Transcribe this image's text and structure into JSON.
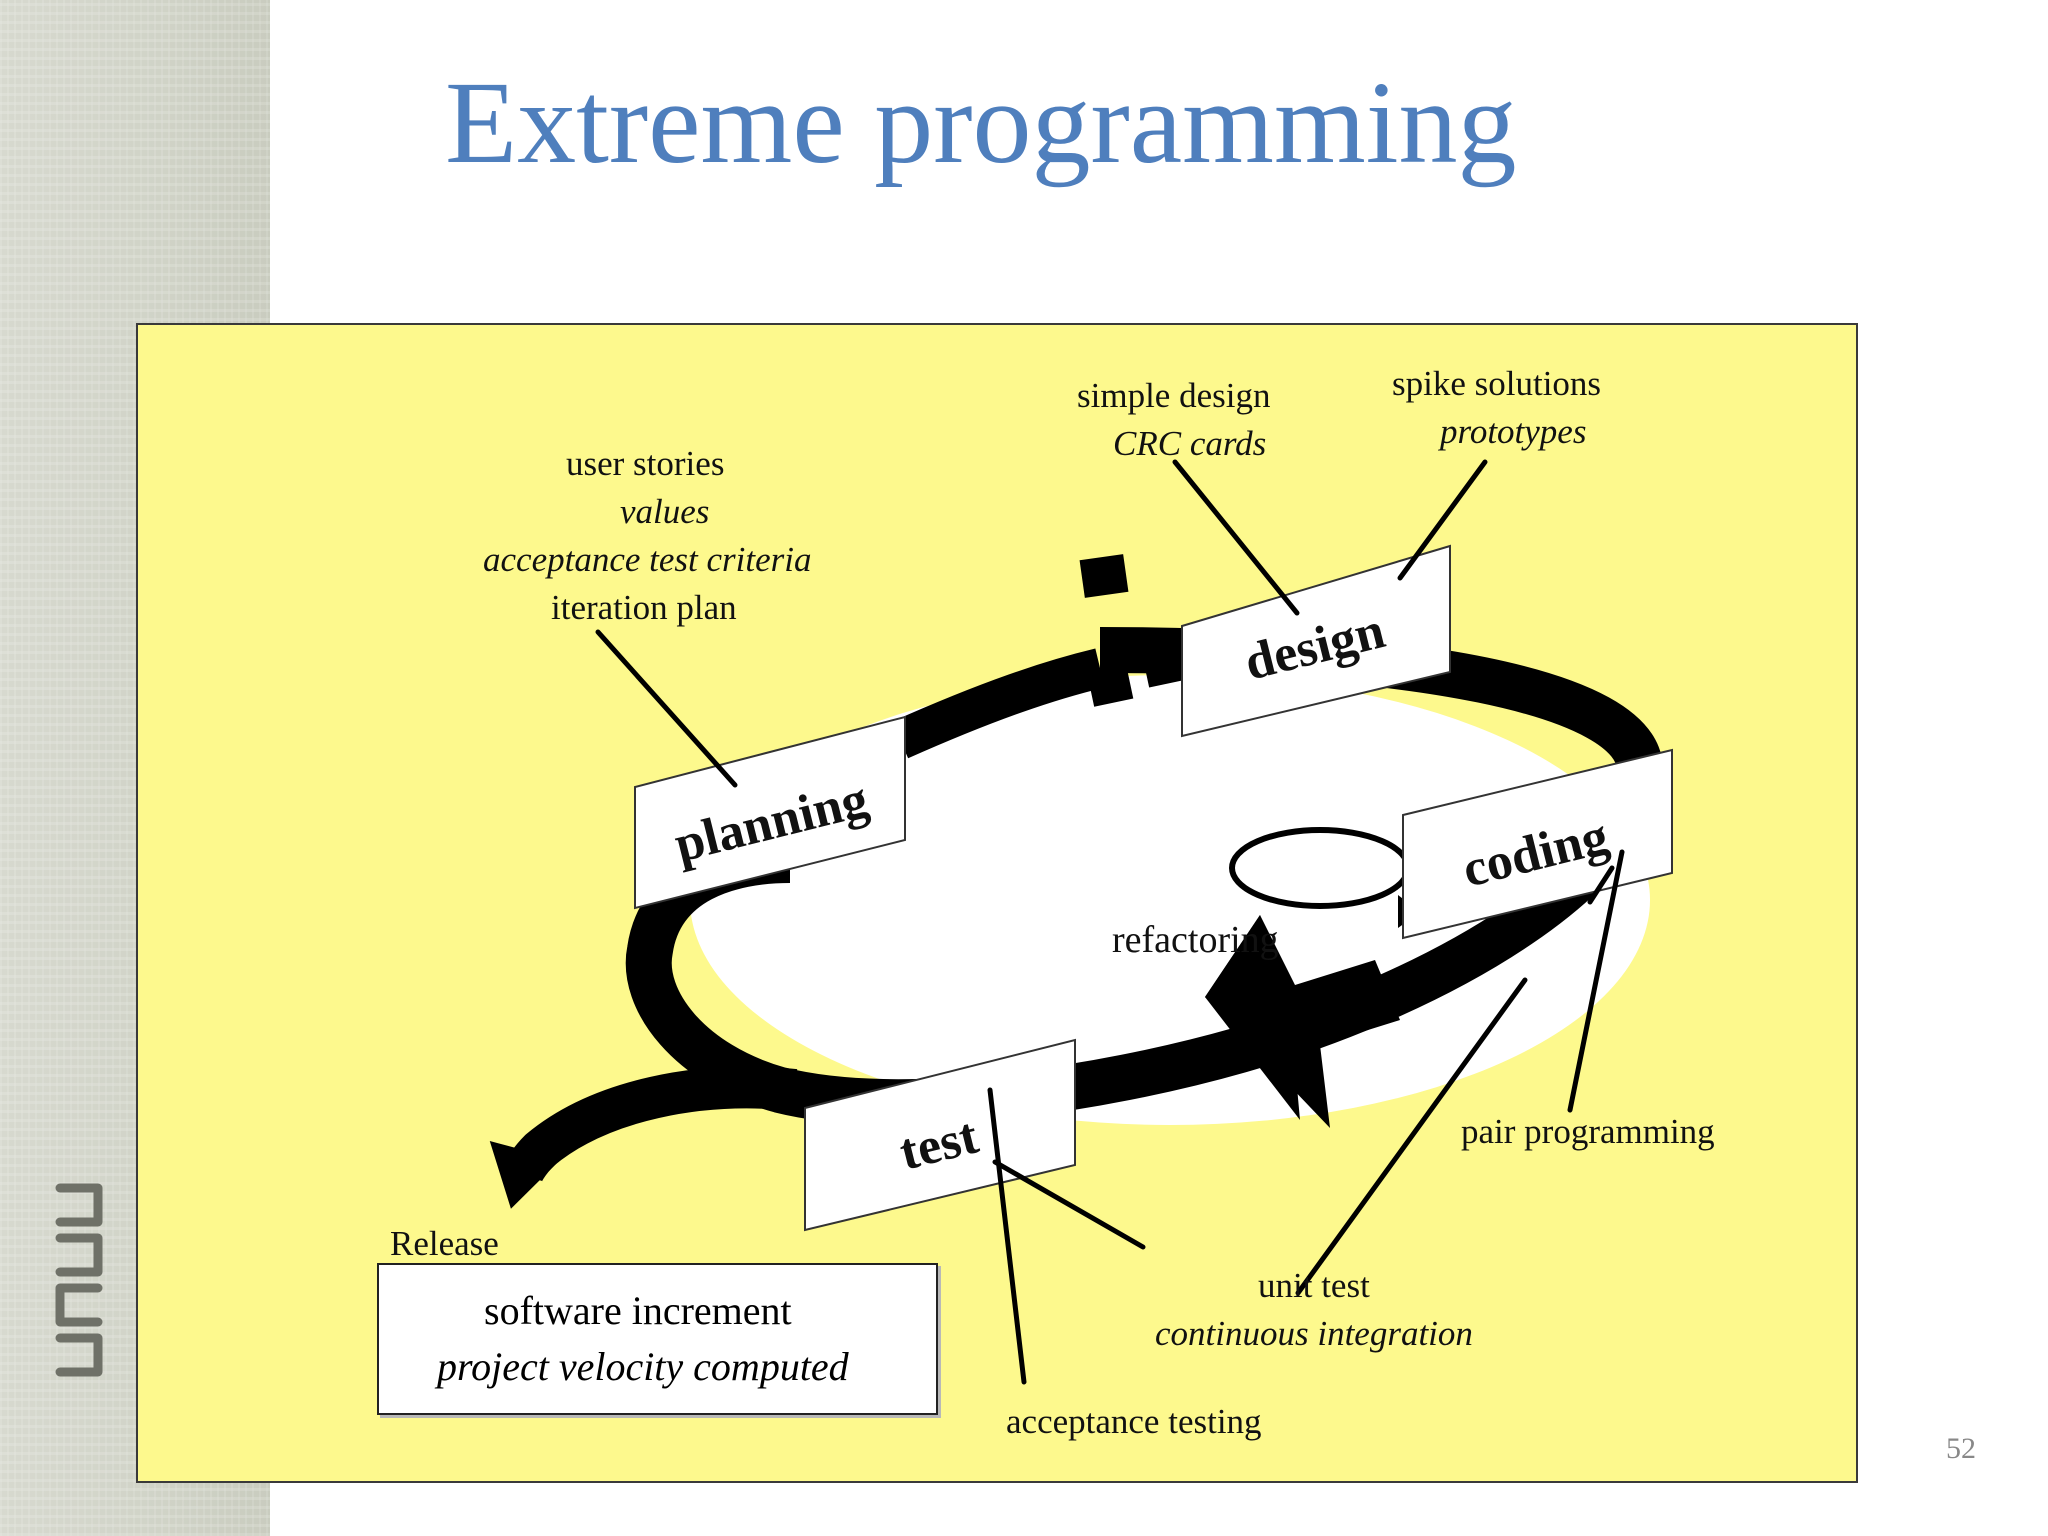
{
  "title": "Extreme programming",
  "page_number": "52",
  "colors": {
    "title": "#4f7fbd",
    "panel_background": "#fdf98d",
    "sidebar": "#d0d3c7",
    "loop": "#000000"
  },
  "stages": {
    "planning": "planning",
    "design": "design",
    "coding": "coding",
    "test": "test"
  },
  "annotations": {
    "planning": {
      "line1": "user stories",
      "line2": "values",
      "line3": "acceptance test criteria",
      "line4": "iteration plan"
    },
    "design_left": {
      "line1": "simple design",
      "line2": "CRC cards"
    },
    "design_right": {
      "line1": "spike solutions",
      "line2": "prototypes"
    },
    "coding_refactoring": "refactoring",
    "coding_pair": "pair programming",
    "coding_unit": {
      "line1": "unit test",
      "line2": "continuous integration"
    },
    "test_acceptance": "acceptance testing"
  },
  "release": {
    "label": "Release",
    "line1": "software increment",
    "line2": "project velocity computed"
  },
  "icons": [
    "logo-mark",
    "loop-arrow",
    "release-arrow",
    "refactoring-loop-arrow"
  ]
}
